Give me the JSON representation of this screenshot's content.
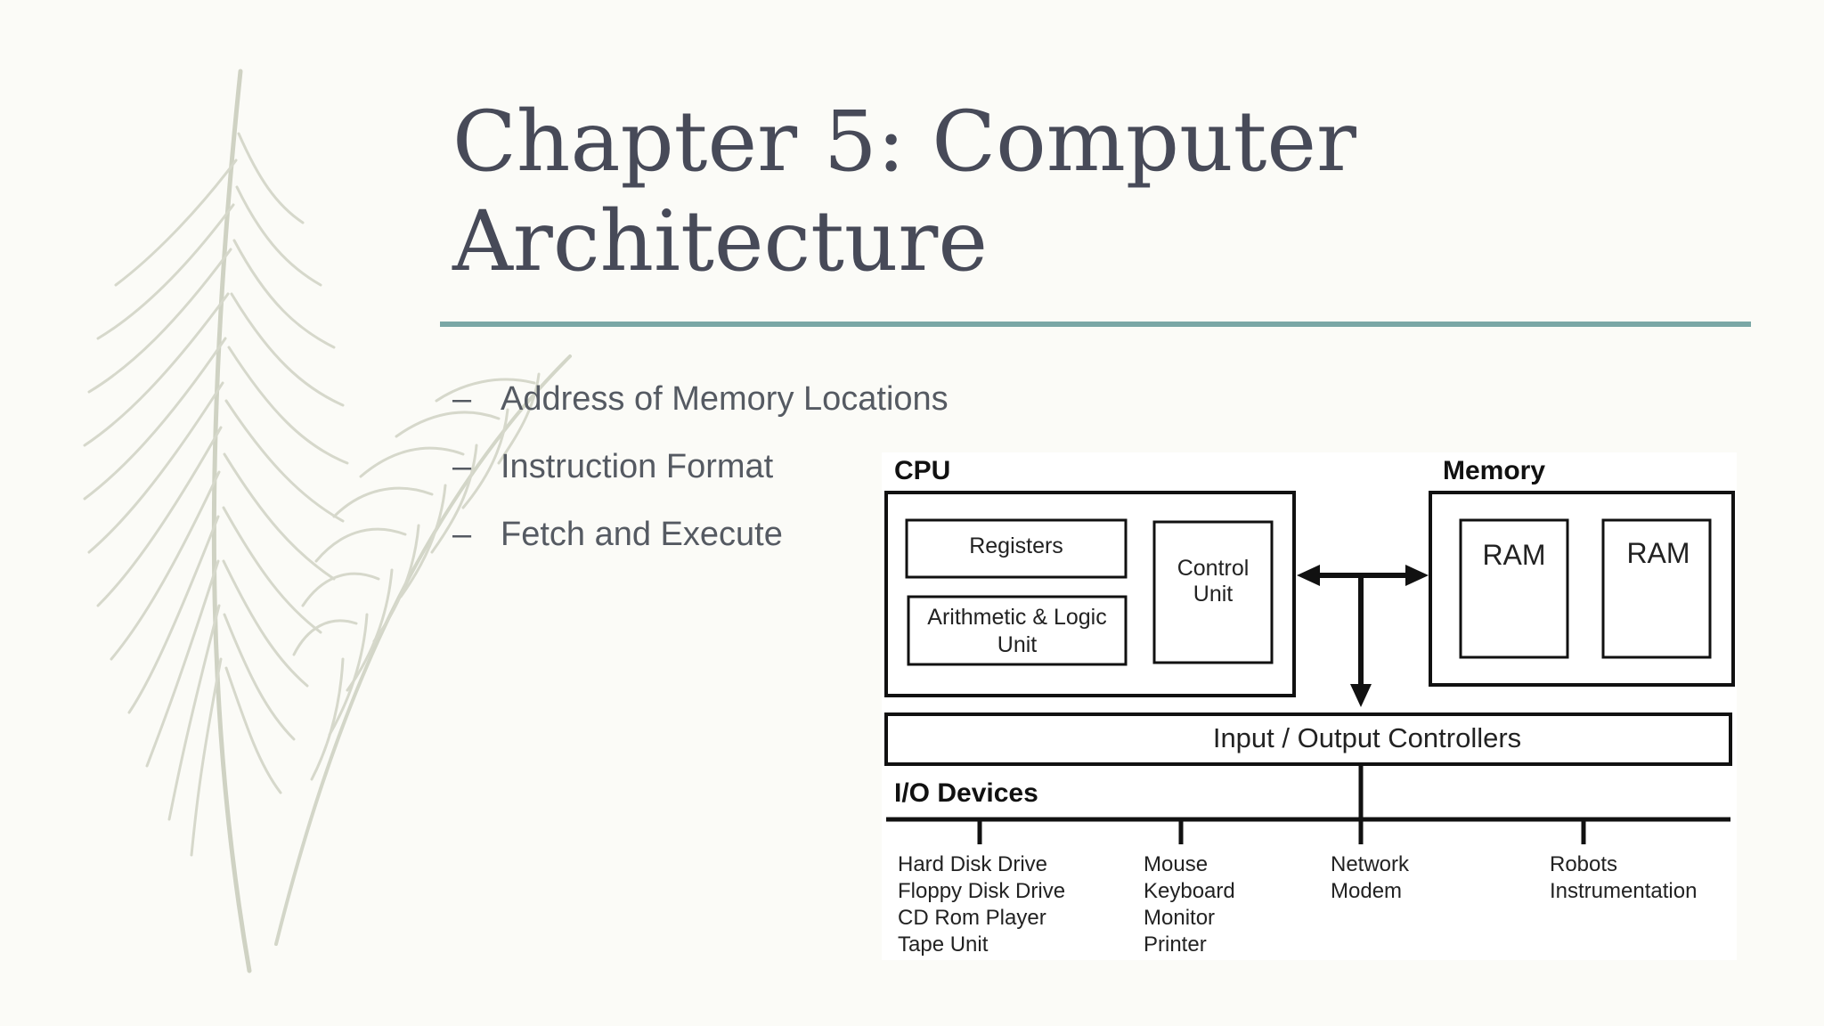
{
  "slide": {
    "title_line1": "Chapter 5: Computer",
    "title_line2": "Architecture",
    "accent_color": "#7aa7a6",
    "bullet_marker": "–",
    "bullets": [
      "Address of Memory Locations",
      "Instruction Format",
      "Fetch and Execute"
    ]
  },
  "diagram": {
    "cpu_label": "CPU",
    "memory_label": "Memory",
    "registers": "Registers",
    "alu_line1": "Arithmetic & Logic",
    "alu_line2": "Unit",
    "control_line1": "Control",
    "control_line2": "Unit",
    "ram1": "RAM",
    "ram2": "RAM",
    "io_controllers": "Input / Output Controllers",
    "io_devices_label": "I/O Devices",
    "device_groups": [
      [
        "Hard Disk Drive",
        "Floppy Disk Drive",
        "CD Rom Player",
        "Tape Unit"
      ],
      [
        "Mouse",
        "Keyboard",
        "Monitor",
        "Printer"
      ],
      [
        "Network",
        "Modem"
      ],
      [
        "Robots",
        "Instrumentation"
      ]
    ]
  }
}
